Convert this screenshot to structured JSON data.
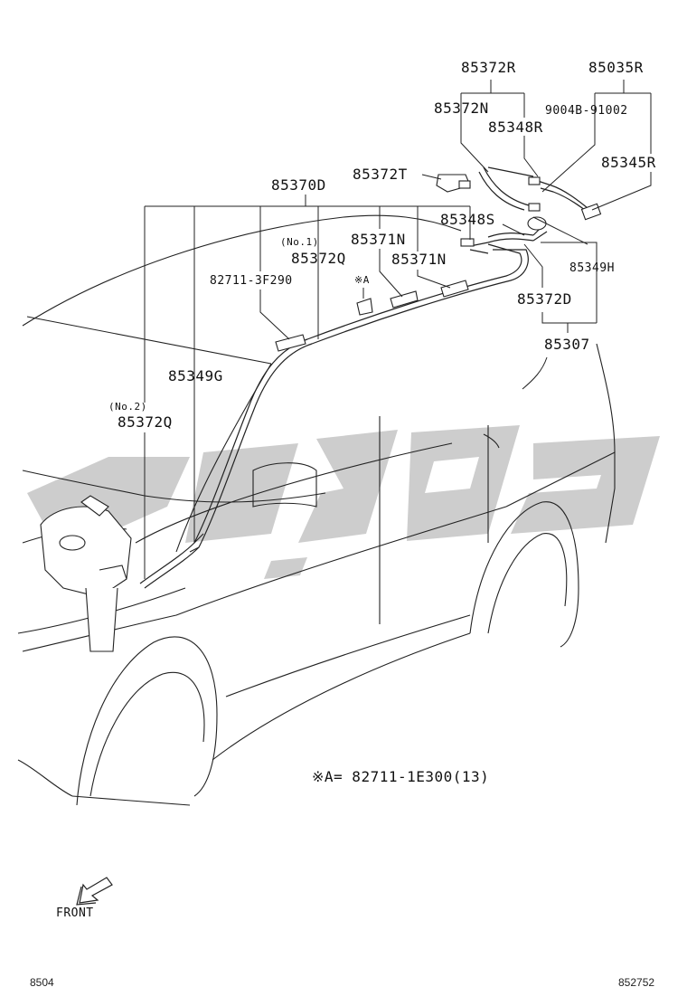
{
  "labels": {
    "p85372R": "85372R",
    "p85035R": "85035R",
    "p85372N": "85372N",
    "p9004B": "9004B-91002",
    "p85348R": "85348R",
    "p85345R": "85345R",
    "p85372T": "85372T",
    "p85370D": "85370D",
    "p85348S": "85348S",
    "no1": "(No.1)",
    "p85371N_a": "85371N",
    "p85372Q_a": "85372Q",
    "p85371N_b": "85371N",
    "p85349H": "85349H",
    "p82711_3F290": "82711-3F290",
    "markA": "※A",
    "p85372D": "85372D",
    "p85307": "85307",
    "p85349G": "85349G",
    "no2": "(No.2)",
    "p85372Q_b": "85372Q",
    "note": "※A= 82711-1E300(13)",
    "front": "FRONT"
  },
  "footer": {
    "left_code": "8504",
    "right_code": "852752"
  },
  "colors": {
    "line": "#111111",
    "watermark": "#c8c8c8"
  }
}
